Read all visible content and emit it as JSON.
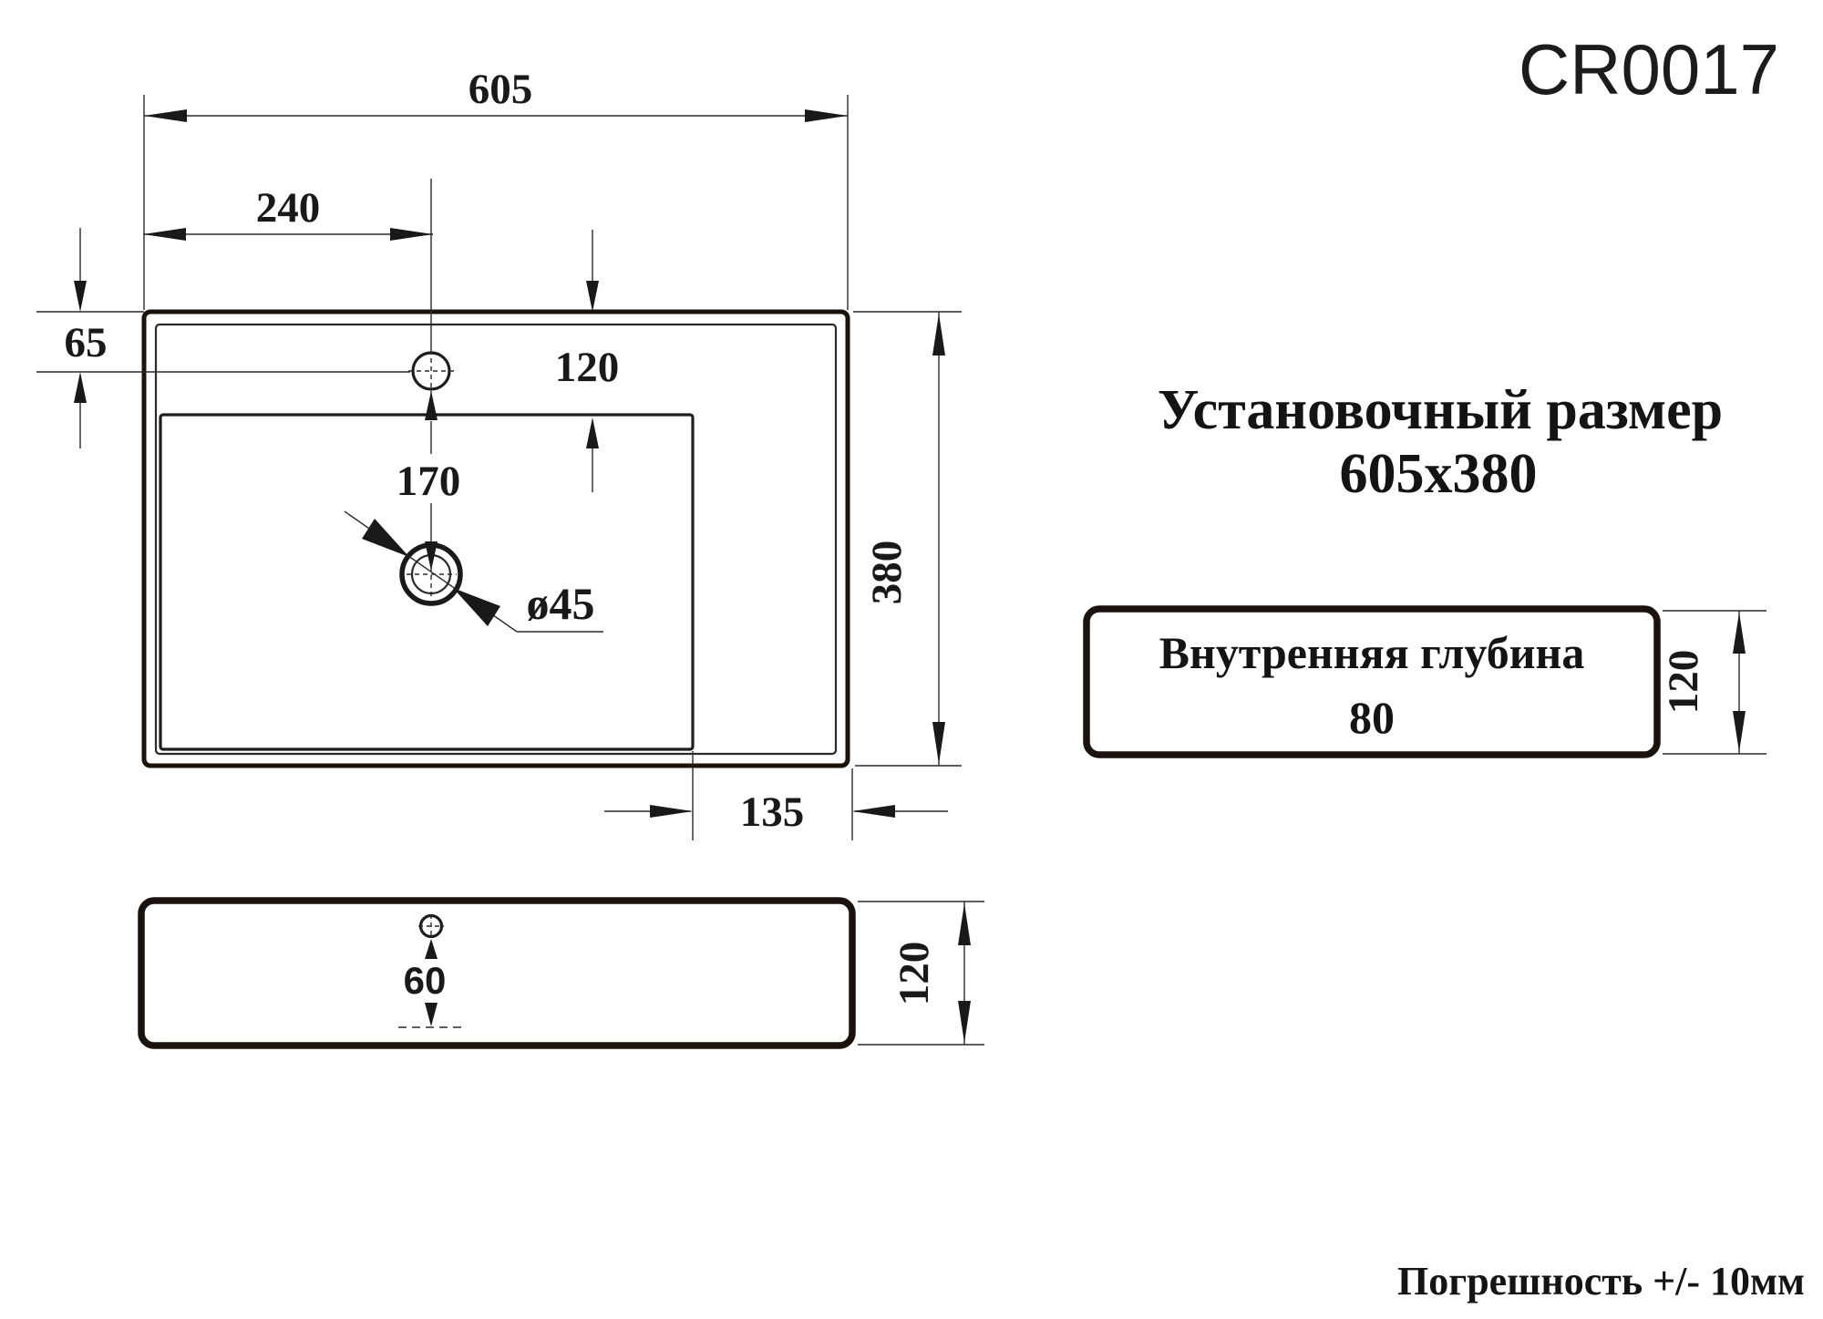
{
  "drawing": {
    "model": "CR0017",
    "installation_label": "Установочный размер",
    "installation_size": "605x380",
    "inner_depth_label": "Внутренняя глубина",
    "inner_depth_value": "80",
    "tolerance": "Погрешность +/- 10мм",
    "dims": {
      "overall_width": "605",
      "faucet_offset_x": "240",
      "faucet_offset_y": "65",
      "rim_to_basin": "120",
      "faucet_to_drain": "170",
      "drain_diameter": "ø45",
      "ledge_width": "135",
      "overall_depth": "380",
      "side_height": "120",
      "box_side_height": "120",
      "side_hole_depth": "60"
    },
    "colors": {
      "line": "#1a1a1a",
      "background": "#ffffff"
    }
  }
}
